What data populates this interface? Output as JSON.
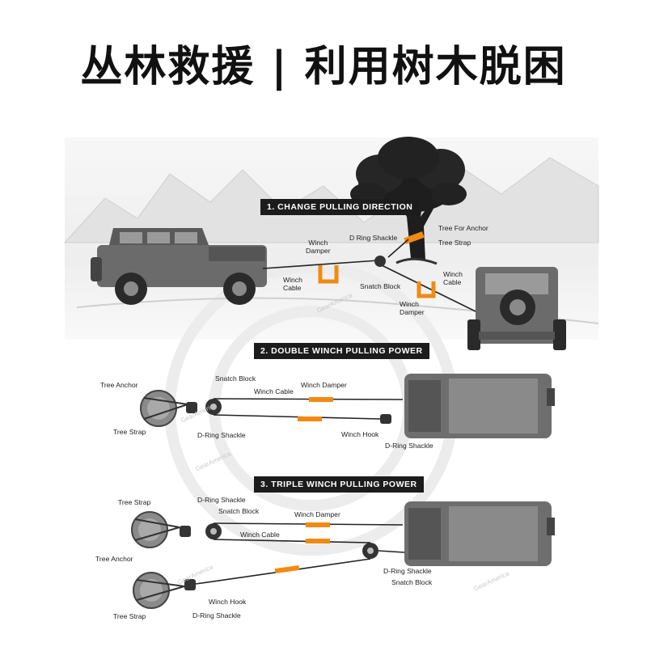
{
  "title": "丛林救援 | 利用树木脱困",
  "colors": {
    "accent": "#f28a12",
    "cable": "#222222",
    "vehicle": "#6b6b6b",
    "tree": "#1e1e1e"
  },
  "sections": [
    {
      "label": "1. CHANGE PULLING DIRECTION",
      "labels": {
        "tree_for_anchor": "Tree For Anchor",
        "tree_strap": "Tree Strap",
        "d_ring_shackle": "D Ring Shackle",
        "winch_damper": "Winch\nDamper",
        "winch_cable": "Winch\nCable",
        "snatch_block": "Snatch Block",
        "winch_cable_right": "Winch\nCable",
        "winch_damper_right": "Winch\nDamper"
      }
    },
    {
      "label": "2. DOUBLE WINCH PULLING POWER",
      "labels": {
        "tree_anchor": "Tree Anchor",
        "snatch_block": "Snatch Block",
        "winch_cable": "Winch Cable",
        "winch_damper": "Winch Damper",
        "tree_strap": "Tree Strap",
        "d_ring_shackle": "D-Ring Shackle",
        "winch_hook": "Winch Hook",
        "d_ring_shackle_right": "D-Ring Shackle"
      }
    },
    {
      "label": "3. TRIPLE WINCH PULLING POWER",
      "labels": {
        "tree_strap_top": "Tree Strap",
        "d_ring_shackle_top": "D-Ring Shackle",
        "snatch_block_top": "Snatch Block",
        "winch_damper": "Winch Damper",
        "winch_cable": "Winch Cable",
        "tree_anchor": "Tree Anchor",
        "d_ring_shackle_right": "D-Ring Shackle",
        "snatch_block_bottom": "Snatch Block",
        "winch_hook": "Winch Hook",
        "tree_strap_bottom": "Tree Strap",
        "d_ring_shackle_bottom": "D-Ring Shackle"
      }
    }
  ],
  "watermark": "GearAmerica"
}
